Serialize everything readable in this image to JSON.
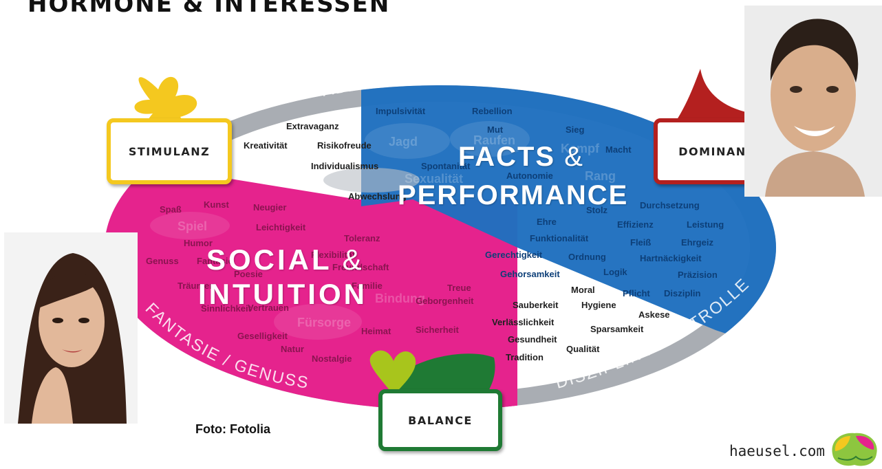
{
  "title": "HORMONE & INTERESSEN",
  "arcs": {
    "top": "ABENTEUER / THRILL",
    "left": "FANTASIE / GENUSS",
    "right": "DISZIPLIN / KONTROLLE"
  },
  "badges": {
    "stimulanz": "STIMULANZ",
    "dominanz": "DOMINANZ",
    "balance": "BALANCE"
  },
  "overlay": {
    "facts_line1": "FACTS",
    "facts_line2": "PERFORMANCE",
    "social_line1": "SOCIAL",
    "social_line2": "INTUITION",
    "amp": "&"
  },
  "ghost_words": [
    "Jagd",
    "Raufen",
    "Spiel",
    "Sexualität",
    "Fürsorge",
    "Bindung",
    "Kampf",
    "Rang"
  ],
  "words": [
    {
      "text": "Extravaganz",
      "tone": "dark"
    },
    {
      "text": "Kreativität",
      "tone": "dark"
    },
    {
      "text": "Risikofreude",
      "tone": "dark"
    },
    {
      "text": "Individualismus",
      "tone": "dark"
    },
    {
      "text": "Abwechslung",
      "tone": "dark"
    },
    {
      "text": "Impulsivität",
      "tone": "blue"
    },
    {
      "text": "Rebellion",
      "tone": "blue"
    },
    {
      "text": "Mut",
      "tone": "blue"
    },
    {
      "text": "Sieg",
      "tone": "blue"
    },
    {
      "text": "Macht",
      "tone": "blue"
    },
    {
      "text": "Spontanität",
      "tone": "blue"
    },
    {
      "text": "Autonomie",
      "tone": "blue"
    },
    {
      "text": "Stolz",
      "tone": "blue"
    },
    {
      "text": "Durchsetzung",
      "tone": "blue"
    },
    {
      "text": "Ehre",
      "tone": "blue"
    },
    {
      "text": "Effizienz",
      "tone": "blue"
    },
    {
      "text": "Leistung",
      "tone": "blue"
    },
    {
      "text": "Funktionalität",
      "tone": "blue"
    },
    {
      "text": "Fleiß",
      "tone": "blue"
    },
    {
      "text": "Ehrgeiz",
      "tone": "blue"
    },
    {
      "text": "Gerechtigkeit",
      "tone": "blue"
    },
    {
      "text": "Ordnung",
      "tone": "blue"
    },
    {
      "text": "Hartnäckigkeit",
      "tone": "blue"
    },
    {
      "text": "Logik",
      "tone": "blue"
    },
    {
      "text": "Gehorsamkeit",
      "tone": "blue"
    },
    {
      "text": "Präzision",
      "tone": "blue"
    },
    {
      "text": "Moral",
      "tone": "dark"
    },
    {
      "text": "Pflicht",
      "tone": "blue"
    },
    {
      "text": "Disziplin",
      "tone": "blue"
    },
    {
      "text": "Sauberkeit",
      "tone": "dark"
    },
    {
      "text": "Hygiene",
      "tone": "dark"
    },
    {
      "text": "Askese",
      "tone": "dark"
    },
    {
      "text": "Verlässlichkeit",
      "tone": "dark"
    },
    {
      "text": "Sparsamkeit",
      "tone": "dark"
    },
    {
      "text": "Gesundheit",
      "tone": "dark"
    },
    {
      "text": "Qualität",
      "tone": "dark"
    },
    {
      "text": "Tradition",
      "tone": "dark"
    },
    {
      "text": "Spaß",
      "tone": "pink"
    },
    {
      "text": "Kunst",
      "tone": "pink"
    },
    {
      "text": "Neugier",
      "tone": "pink"
    },
    {
      "text": "Leichtigkeit",
      "tone": "pink"
    },
    {
      "text": "Toleranz",
      "tone": "pink"
    },
    {
      "text": "Humor",
      "tone": "pink"
    },
    {
      "text": "Flexibilität",
      "tone": "pink"
    },
    {
      "text": "Genuss",
      "tone": "pink"
    },
    {
      "text": "Fantasie",
      "tone": "pink"
    },
    {
      "text": "Freundschaft",
      "tone": "pink"
    },
    {
      "text": "Poesie",
      "tone": "pink"
    },
    {
      "text": "Träumen",
      "tone": "pink"
    },
    {
      "text": "Familie",
      "tone": "pink"
    },
    {
      "text": "Treue",
      "tone": "pink"
    },
    {
      "text": "Sinnlichkeit",
      "tone": "pink"
    },
    {
      "text": "Vertrauen",
      "tone": "pink"
    },
    {
      "text": "Geborgenheit",
      "tone": "pink"
    },
    {
      "text": "Geselligkeit",
      "tone": "pink"
    },
    {
      "text": "Heimat",
      "tone": "pink"
    },
    {
      "text": "Sicherheit",
      "tone": "pink"
    },
    {
      "text": "Natur",
      "tone": "pink"
    },
    {
      "text": "Nostalgie",
      "tone": "pink"
    }
  ],
  "credit": "Foto: Fotolia",
  "brand": "haeusel.com",
  "colors": {
    "pink": "#e5238d",
    "blue": "#1f6fbf",
    "gray_ring": "#a9adb3",
    "yellow": "#f4c81f",
    "red": "#b4201f",
    "green": "#1f7a34",
    "lime": "#a8c51c"
  }
}
